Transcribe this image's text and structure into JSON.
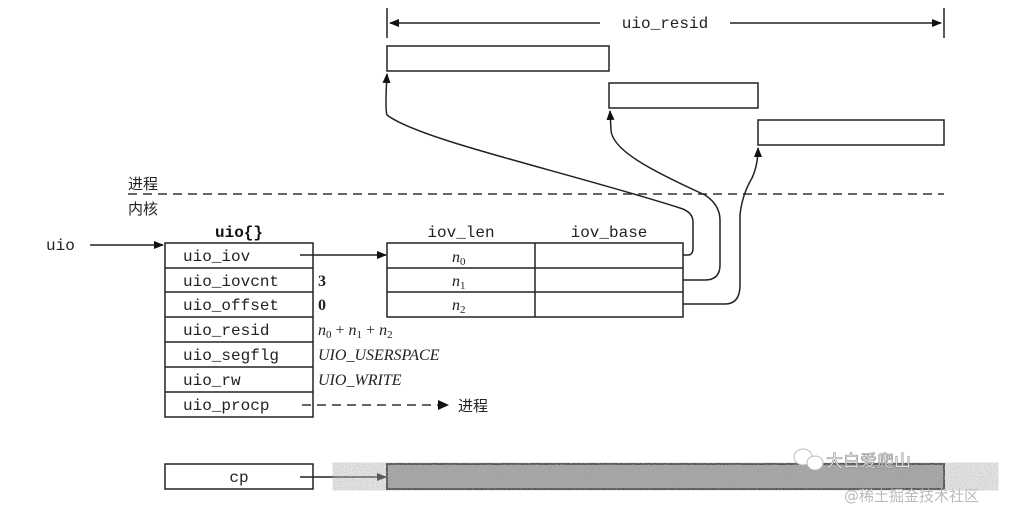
{
  "resid_span": {
    "label": "uio_resid"
  },
  "boundary": {
    "user_label": "进程",
    "kernel_label": "内核"
  },
  "uio_pointer": {
    "label": "uio"
  },
  "uio_struct": {
    "title": "uio{}",
    "fields": [
      {
        "name": "uio_iov",
        "value": ""
      },
      {
        "name": "uio_iovcnt",
        "value": "3"
      },
      {
        "name": "uio_offset",
        "value": "0"
      },
      {
        "name": "uio_resid",
        "value": "n0 + n1 + n2"
      },
      {
        "name": "uio_segflg",
        "value": "UIO_USERSPACE"
      },
      {
        "name": "uio_rw",
        "value": "UIO_WRITE"
      },
      {
        "name": "uio_procp",
        "value": ""
      }
    ],
    "procp_target": "进程"
  },
  "iovec_table": {
    "headers": [
      "iov_len",
      "iov_base"
    ],
    "rows": [
      {
        "len": "n",
        "sub": "0"
      },
      {
        "len": "n",
        "sub": "1"
      },
      {
        "len": "n",
        "sub": "2"
      }
    ]
  },
  "cp_box": {
    "label": "cp"
  },
  "watermark": {
    "line1": "大白爱爬山",
    "line2": "@稀土掘金技术社区"
  }
}
